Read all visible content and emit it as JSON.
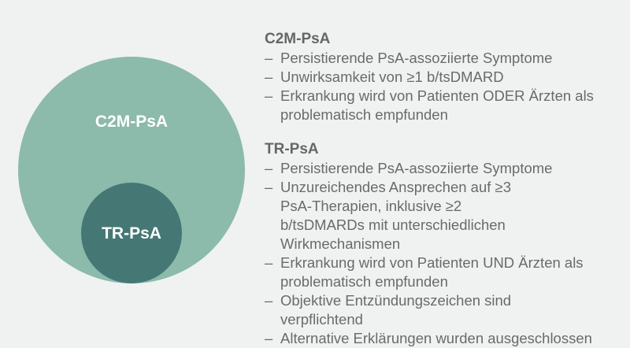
{
  "diagram": {
    "outer_label": "C2M-PsA",
    "inner_label": "TR-PsA",
    "colors": {
      "outer": "#8cbaab",
      "inner": "#457875",
      "background": "#eff2f1"
    }
  },
  "sections": [
    {
      "title": "C2M-PsA",
      "items": [
        "Persistierende PsA-assoziierte Symptome",
        "Unwirksamkeit von ≥1 b/tsDMARD",
        "Erkrankung wird von Patienten ODER Ärzten als problematisch empfunden"
      ]
    },
    {
      "title": "TR-PsA",
      "items": [
        "Persistierende PsA-assoziierte Symptome",
        "Unzureichendes Ansprechen auf ≥3 PsA-Therapien, inklusive ≥2 b/tsDMARDs mit unterschiedlichen Wirkmechanismen",
        "Erkrankung wird von Patienten UND Ärzten als problematisch empfunden",
        "Objektive Entzündungszeichen sind verpflichtend",
        "Alternative Erklärungen wurden ausgeschlossen"
      ]
    }
  ]
}
